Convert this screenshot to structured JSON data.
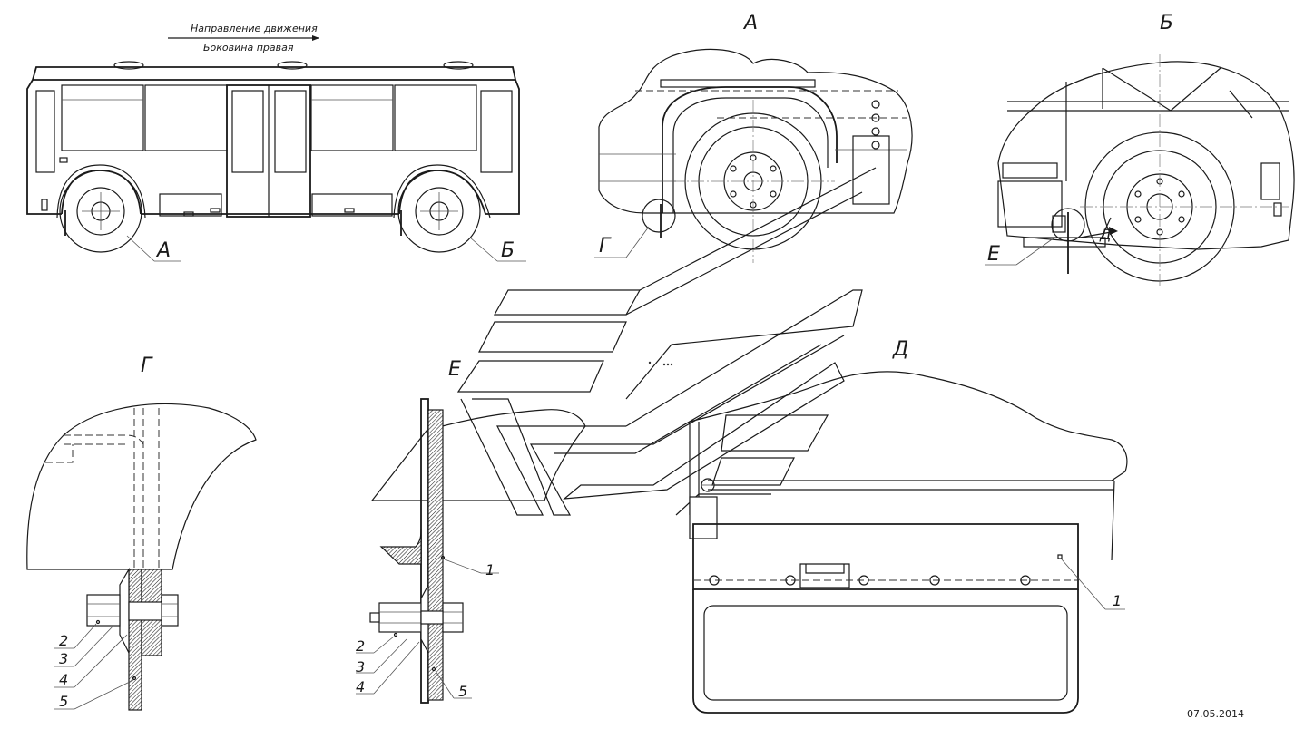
{
  "direction_note": {
    "line1": "Направление движения",
    "line2": "Боковина правая"
  },
  "views": {
    "a_title": "А",
    "b_title": "Б",
    "g_title": "Г",
    "e_title": "Е",
    "d_title": "Д"
  },
  "callouts": {
    "a": "А",
    "b": "Б",
    "g": "Г",
    "e": "Е",
    "d": "Д"
  },
  "parts": {
    "g": [
      "2",
      "3",
      "4",
      "5"
    ],
    "e": [
      "1",
      "2",
      "3",
      "4",
      "5"
    ],
    "d": [
      "1"
    ]
  },
  "date": "07.05.2014"
}
